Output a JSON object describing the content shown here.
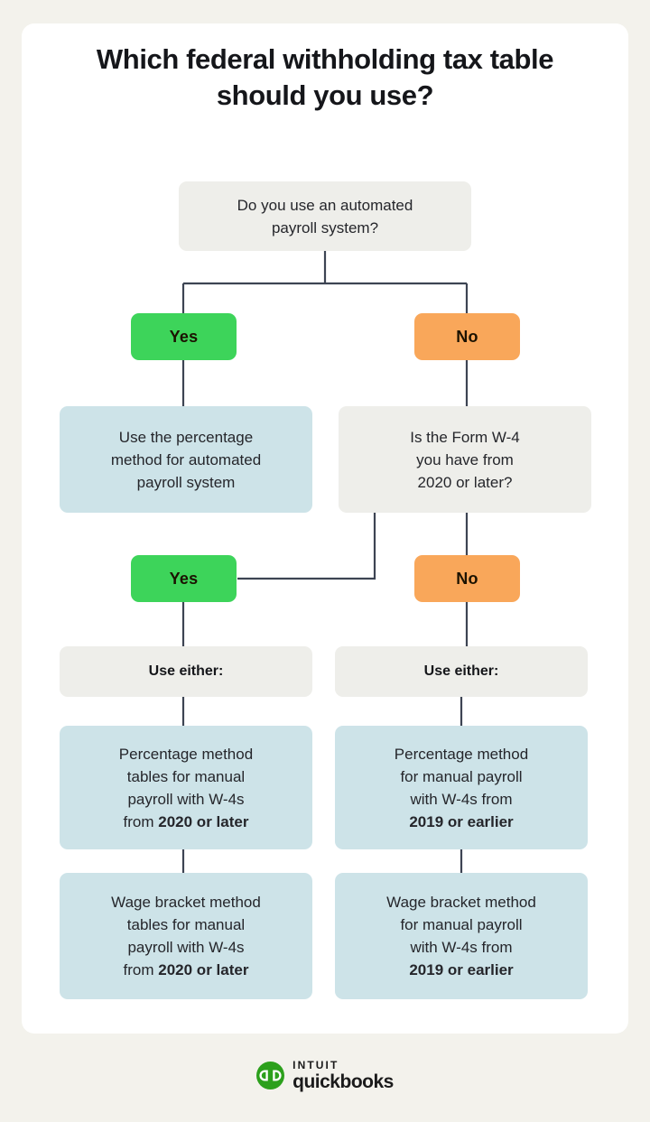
{
  "title": "Which federal withholding tax table should you use?",
  "colors": {
    "page_background": "#f3f2ec",
    "card_background": "#ffffff",
    "question_box": "#eeeeea",
    "answer_box": "#cde3e8",
    "yes_pill": "#3dd45a",
    "no_pill": "#f9a75a",
    "connector": "#3d4453",
    "text": "#25262b",
    "brand_green": "#2ca01c"
  },
  "chart_data": {
    "type": "diagram",
    "title": "Which federal withholding tax table should you use?",
    "nodes": [
      {
        "id": "q1",
        "kind": "question",
        "text": "Do you use an automated payroll system?"
      },
      {
        "id": "q1-yes",
        "kind": "yes",
        "text": "Yes"
      },
      {
        "id": "q1-no",
        "kind": "no",
        "text": "No"
      },
      {
        "id": "a1",
        "kind": "answer",
        "text": "Use the percentage method for automated payroll system"
      },
      {
        "id": "q2",
        "kind": "question",
        "text": "Is the Form W-4 you have from 2020 or later?"
      },
      {
        "id": "q2-yes",
        "kind": "yes",
        "text": "Yes"
      },
      {
        "id": "q2-no",
        "kind": "no",
        "text": "No"
      },
      {
        "id": "either-left",
        "kind": "label",
        "text": "Use either:"
      },
      {
        "id": "either-right",
        "kind": "label",
        "text": "Use either:"
      },
      {
        "id": "r1",
        "kind": "answer",
        "text": "Percentage method tables for manual payroll with W-4s from 2020 or later"
      },
      {
        "id": "r2",
        "kind": "answer",
        "text": "Wage bracket method tables for manual payroll with W-4s from 2020 or later"
      },
      {
        "id": "r3",
        "kind": "answer",
        "text": "Percentage method for manual payroll with W-4s from 2019 or earlier"
      },
      {
        "id": "r4",
        "kind": "answer",
        "text": "Wage bracket method for manual payroll with W-4s from 2019 or earlier"
      }
    ],
    "edges": [
      {
        "from": "q1",
        "to": "q1-yes"
      },
      {
        "from": "q1",
        "to": "q1-no"
      },
      {
        "from": "q1-yes",
        "to": "a1"
      },
      {
        "from": "q1-no",
        "to": "q2"
      },
      {
        "from": "q2",
        "to": "q2-yes",
        "label": "left branch"
      },
      {
        "from": "q2",
        "to": "q2-no",
        "label": "right branch"
      },
      {
        "from": "q2-yes",
        "to": "either-left"
      },
      {
        "from": "q2-no",
        "to": "either-right"
      },
      {
        "from": "either-left",
        "to": "r1"
      },
      {
        "from": "r1",
        "to": "r2"
      },
      {
        "from": "either-right",
        "to": "r3"
      },
      {
        "from": "r3",
        "to": "r4"
      }
    ]
  },
  "nodes": {
    "q1": {
      "line1": "Do you use an automated",
      "line2": "payroll system?"
    },
    "yes1": "Yes",
    "no1": "No",
    "a1": {
      "line1": "Use the percentage",
      "line2": "method for automated",
      "line3": "payroll system"
    },
    "q2": {
      "line1": "Is the Form W-4",
      "line2": "you have from",
      "line3": "2020 or later?"
    },
    "yes2": "Yes",
    "no2": "No",
    "either_left": "Use either:",
    "either_right": "Use either:",
    "r1": {
      "line1": "Percentage method",
      "line2": "tables for manual",
      "line3": "payroll with W-4s",
      "line4_prefix": "from ",
      "line4_bold": "2020 or later"
    },
    "r2": {
      "line1": "Wage bracket method",
      "line2": "tables for manual",
      "line3": "payroll with W-4s",
      "line4_prefix": "from ",
      "line4_bold": "2020 or later"
    },
    "r3": {
      "line1": "Percentage method",
      "line2": "for manual payroll",
      "line3": "with W-4s from",
      "line4_bold": "2019 or earlier"
    },
    "r4": {
      "line1": "Wage bracket method",
      "line2": "for manual payroll",
      "line3": "with W-4s from",
      "line4_bold": "2019 or earlier"
    }
  },
  "footer": {
    "brand_top": "INTUIT",
    "brand_bottom": "quickbooks",
    "logo_letters": "qb"
  }
}
